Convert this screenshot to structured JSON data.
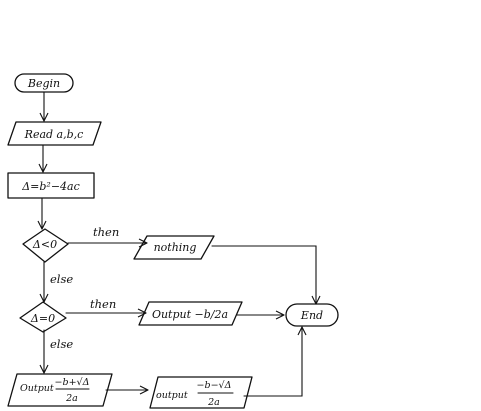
{
  "nodes": {
    "begin": "Begin",
    "read": "Read  a,b,c",
    "assign": "Δ=b²−4ac",
    "cond1": "Δ<0",
    "nothing": "nothing",
    "cond2": "Δ=0",
    "output_zero": "Output  −b/2a",
    "end": "End",
    "output1_prefix": "Output",
    "output1_num": "−b+√Δ",
    "output1_den": "2a",
    "output2_prefix": "output",
    "output2_num": "−b−√Δ",
    "output2_den": "2a"
  },
  "edges": {
    "then1": "then",
    "else1": "else",
    "then2": "then",
    "else2": "else"
  }
}
